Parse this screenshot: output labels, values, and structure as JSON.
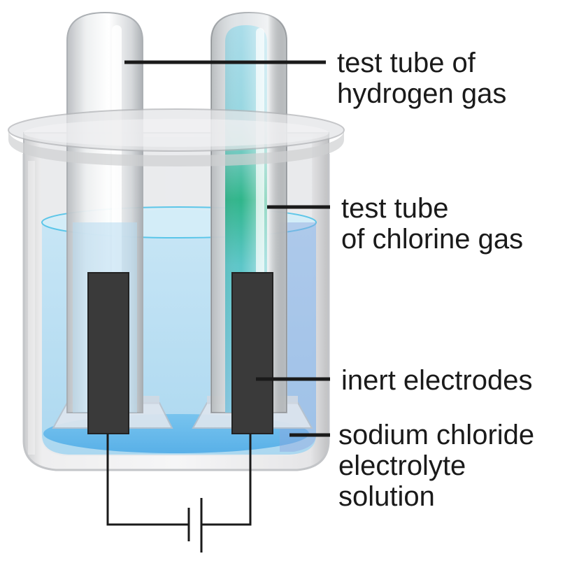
{
  "labels": {
    "hydrogen_tube": [
      "test tube of",
      "hydrogen gas"
    ],
    "chlorine_tube": [
      "test tube",
      "of chlorine gas"
    ],
    "electrodes": [
      "inert electrodes"
    ],
    "electrolyte": [
      "sodium chloride",
      "electrolyte",
      "solution"
    ]
  },
  "colors": {
    "solution": "#9fd4ee",
    "solution_surface": "#4fc3e8",
    "chlorine_gas": "#2fb58a",
    "electrode": "#3a3a3a",
    "beaker_glass": "#d9dadc",
    "leader_line": "#1a1a1a"
  }
}
